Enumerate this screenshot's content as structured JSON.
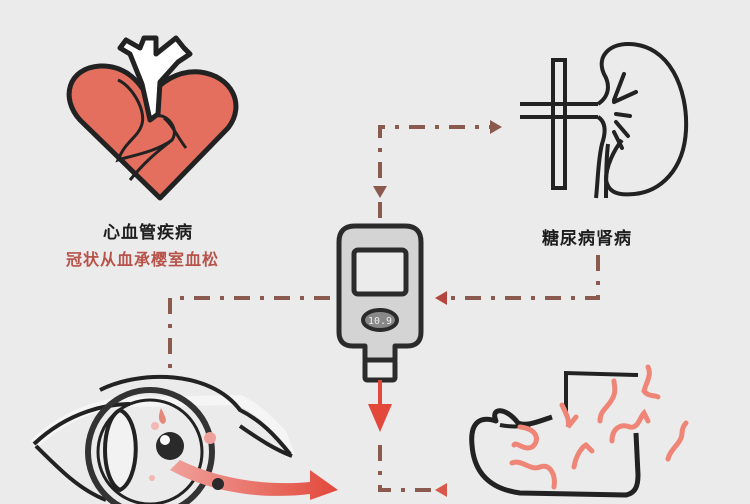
{
  "colors": {
    "background": "#ebebeb",
    "outline": "#222222",
    "heart_fill": "#e46f5e",
    "connector": "#8a5a4e",
    "accent_arrow": "#e2493b",
    "worm": "#ee8577",
    "meter_body": "#d4d4d4",
    "subtitle_text": "#b8534b"
  },
  "nodes": {
    "heart": {
      "icon": "heart-with-vessels-icon",
      "title": "心血管疾病",
      "subtitle": "冠状从血承樱室血松"
    },
    "kidney": {
      "icon": "kidney-icon",
      "title": "糖尿病肾病"
    },
    "meter": {
      "icon": "glucose-meter-icon",
      "reading": "10.9"
    },
    "eye": {
      "icon": "eye-retinopathy-icon"
    },
    "foot": {
      "icon": "foot-neuropathy-icon"
    }
  },
  "connectors": [
    {
      "from": "meter",
      "to": "kidney",
      "style": "dash-dot",
      "direction": "up-right"
    },
    {
      "from": "kidney",
      "to": "meter",
      "style": "dash-dot",
      "direction": "left"
    },
    {
      "from": "meter",
      "to": "heart",
      "style": "dash-dot",
      "direction": "left-down"
    },
    {
      "from": "meter",
      "to": "foot",
      "style": "solid-red",
      "direction": "down"
    },
    {
      "from": "eye",
      "to": "foot",
      "style": "gradient-red",
      "direction": "right"
    }
  ]
}
